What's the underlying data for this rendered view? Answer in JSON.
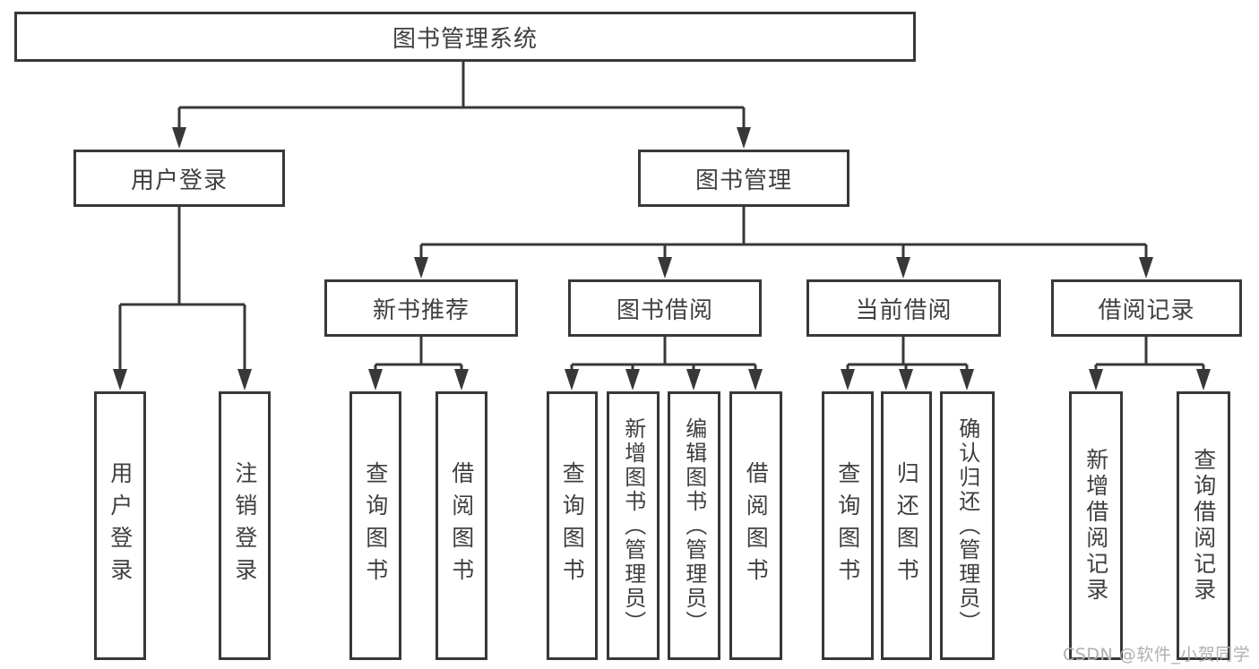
{
  "tree": {
    "label": "图书管理系统",
    "children": [
      {
        "label": "用户登录",
        "children": [
          {
            "label": "用户登录"
          },
          {
            "label": "注销登录"
          }
        ]
      },
      {
        "label": "图书管理",
        "children": [
          {
            "label": "新书推荐",
            "children": [
              {
                "label": "查询图书"
              },
              {
                "label": "借阅图书"
              }
            ]
          },
          {
            "label": "图书借阅",
            "children": [
              {
                "label": "查询图书"
              },
              {
                "label": "新增图书（管理员）"
              },
              {
                "label": "编辑图书（管理员）"
              },
              {
                "label": "借阅图书"
              }
            ]
          },
          {
            "label": "当前借阅",
            "children": [
              {
                "label": "查询图书"
              },
              {
                "label": "归还图书"
              },
              {
                "label": "确认归还（管理员）"
              }
            ]
          },
          {
            "label": "借阅记录",
            "children": [
              {
                "label": "新增借阅记录"
              },
              {
                "label": "查询借阅记录"
              }
            ]
          }
        ]
      }
    ]
  },
  "watermark": {
    "text": "CSDN @软件_小贺同学"
  },
  "colors": {
    "line": "#383838",
    "border": "#383838",
    "text": "#3f3f3f",
    "watermark": "#b0b0b0",
    "background": "#ffffff"
  }
}
